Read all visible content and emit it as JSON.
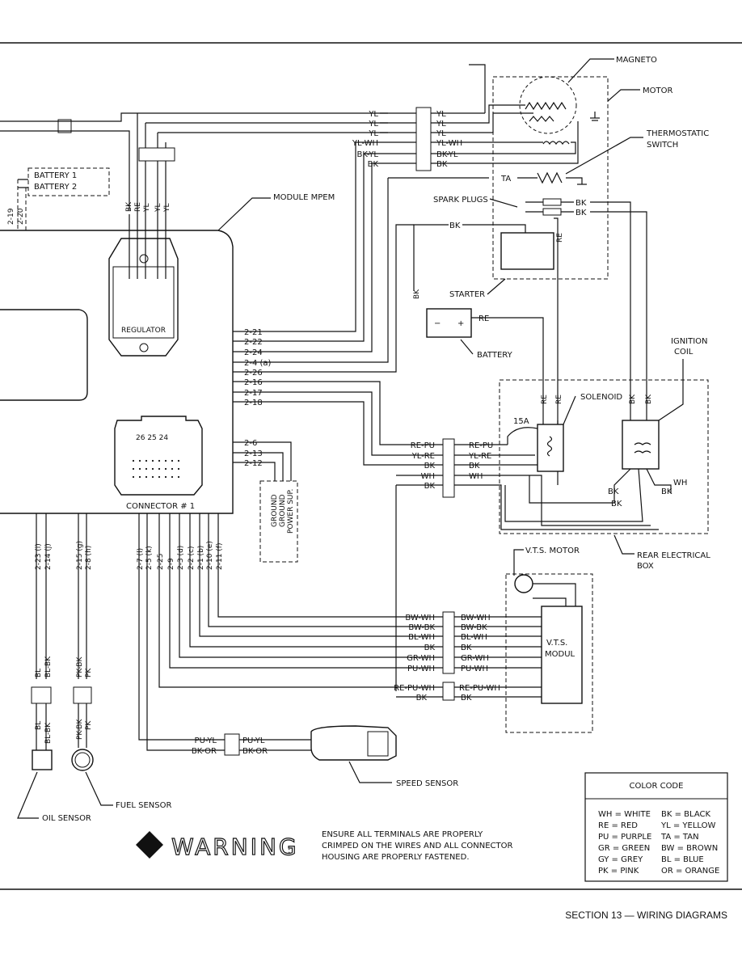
{
  "components": {
    "magneto": "MAGNETO",
    "motor": "MOTOR",
    "thermostatic_switch_1": "THERMOSTATIC",
    "thermostatic_switch_2": "SWITCH",
    "battery_1": "BATTERY 1",
    "battery_2": "BATTERY 2",
    "module_mpem": "MODULE MPEM",
    "spark_plugs": "SPARK PLUGS",
    "starter": "STARTER",
    "battery": "BATTERY",
    "regulator": "REGULATOR",
    "ignition_coil_1": "IGNITION",
    "ignition_coil_2": "COIL",
    "solenoid": "SOLENOID",
    "fuse": "15A",
    "rear_box_1": "REAR ELECTRICAL",
    "rear_box_2": "BOX",
    "vts_motor": "V.T.S. MOTOR",
    "vts_module_1": "V.T.S.",
    "vts_module_2": "MODUL",
    "speed_sensor": "SPEED SENSOR",
    "oil_sensor": "OIL SENSOR",
    "fuel_sensor": "FUEL SENSOR",
    "connector_1": "CONNECTOR # 1",
    "connector_pins_top": "26  25  24",
    "ground_1": "GROUND",
    "ground_2": "GROUND",
    "power_sup": "POWER SUP."
  },
  "battery_terminals": {
    "minus": "−",
    "plus": "+"
  },
  "upper_wires": [
    {
      "left": "YL",
      "right": "YL"
    },
    {
      "left": "YL",
      "right": "YL"
    },
    {
      "left": "YL",
      "right": "YL"
    },
    {
      "left": "YL-WH",
      "right": "YL-WH"
    },
    {
      "left": "BK-YL",
      "right": "BK-YL"
    },
    {
      "left": "BK",
      "right": "BK"
    }
  ],
  "regulator_wires": [
    "BK",
    "RE",
    "YL",
    "YL",
    "YL"
  ],
  "thermo_wire": "TA",
  "spark_wires": [
    "BK",
    "BK"
  ],
  "starter_wires": {
    "bk": "BK",
    "re": "RE",
    "battery_re": "RE"
  },
  "ignition_wires": [
    "BK",
    "BK"
  ],
  "solenoid_wires": [
    "RE",
    "RE"
  ],
  "mpem_pins": [
    "2-21",
    "2-22",
    "2-24",
    "2-4 (a)",
    "2-26",
    "2-16",
    "2-17",
    "2-18"
  ],
  "mpem_pins_low": [
    "2-6",
    "2-13",
    "2-12"
  ],
  "mpem_pins_left": [
    "2-19",
    "2-20"
  ],
  "bottom_pins": [
    "2-23 (i)",
    "2-14 (j)",
    "2-15 (g)",
    "2-8 (h)",
    "2-7 (l)",
    "2-5 (k)",
    "2-25",
    "2-9",
    "2-3 (d)",
    "2-2 (c)",
    "2-1 (b)",
    "2-10 (e)",
    "2-11 (f)"
  ],
  "rear_wires": [
    {
      "left": "RE-PU",
      "right": "RE-PU"
    },
    {
      "left": "YL-RE",
      "right": "YL-RE"
    },
    {
      "left": "BK",
      "right": "BK"
    },
    {
      "left": "WH",
      "right": "WH"
    },
    {
      "left": "BK",
      "right": ""
    }
  ],
  "coil_wires": {
    "wh": "WH",
    "bk1": "BK",
    "bk2": "BK",
    "bk3": "BK"
  },
  "vts_wires": [
    {
      "left": "BW-WH",
      "right": "BW-WH"
    },
    {
      "left": "BW-BK",
      "right": "BW-BK"
    },
    {
      "left": "BL-WH",
      "right": "BL-WH"
    },
    {
      "left": "BK",
      "right": "BK"
    },
    {
      "left": "GR-WH",
      "right": "GR-WH"
    },
    {
      "left": "PU-WH",
      "right": "PU-WH"
    },
    {
      "left": "RE-PU-WH",
      "right": "RE-PU-WH"
    },
    {
      "left": "BK",
      "right": "BK"
    }
  ],
  "speed_wires": [
    {
      "left": "PU-YL",
      "right": "PU-YL"
    },
    {
      "left": "BK-OR",
      "right": "BK-OR"
    }
  ],
  "sensor_wires": {
    "oil_upper": [
      "BL",
      "BL-BK"
    ],
    "oil_lower": [
      "BL",
      "BL-BK"
    ],
    "fuel_upper": [
      "PK-BK",
      "PK"
    ],
    "fuel_lower": [
      "PK-BK",
      "PK"
    ]
  },
  "color_code": {
    "title": "COLOR CODE",
    "rows": [
      [
        "WH = WHITE",
        "BK = BLACK"
      ],
      [
        "RE = RED",
        "YL = YELLOW"
      ],
      [
        "PU = PURPLE",
        "TA = TAN"
      ],
      [
        "GR = GREEN",
        "BW = BROWN"
      ],
      [
        "GY = GREY",
        "BL = BLUE"
      ],
      [
        "PK = PINK",
        "OR = ORANGE"
      ]
    ]
  },
  "warning": {
    "title": "WARNING",
    "colon": ":",
    "lines": [
      "ENSURE ALL TERMINALS ARE PROPERLY",
      "CRIMPED ON THE WIRES AND ALL CONNECTOR",
      "HOUSING ARE PROPERLY FASTENED."
    ]
  },
  "footer": "SECTION 13 — WIRING DIAGRAMS"
}
